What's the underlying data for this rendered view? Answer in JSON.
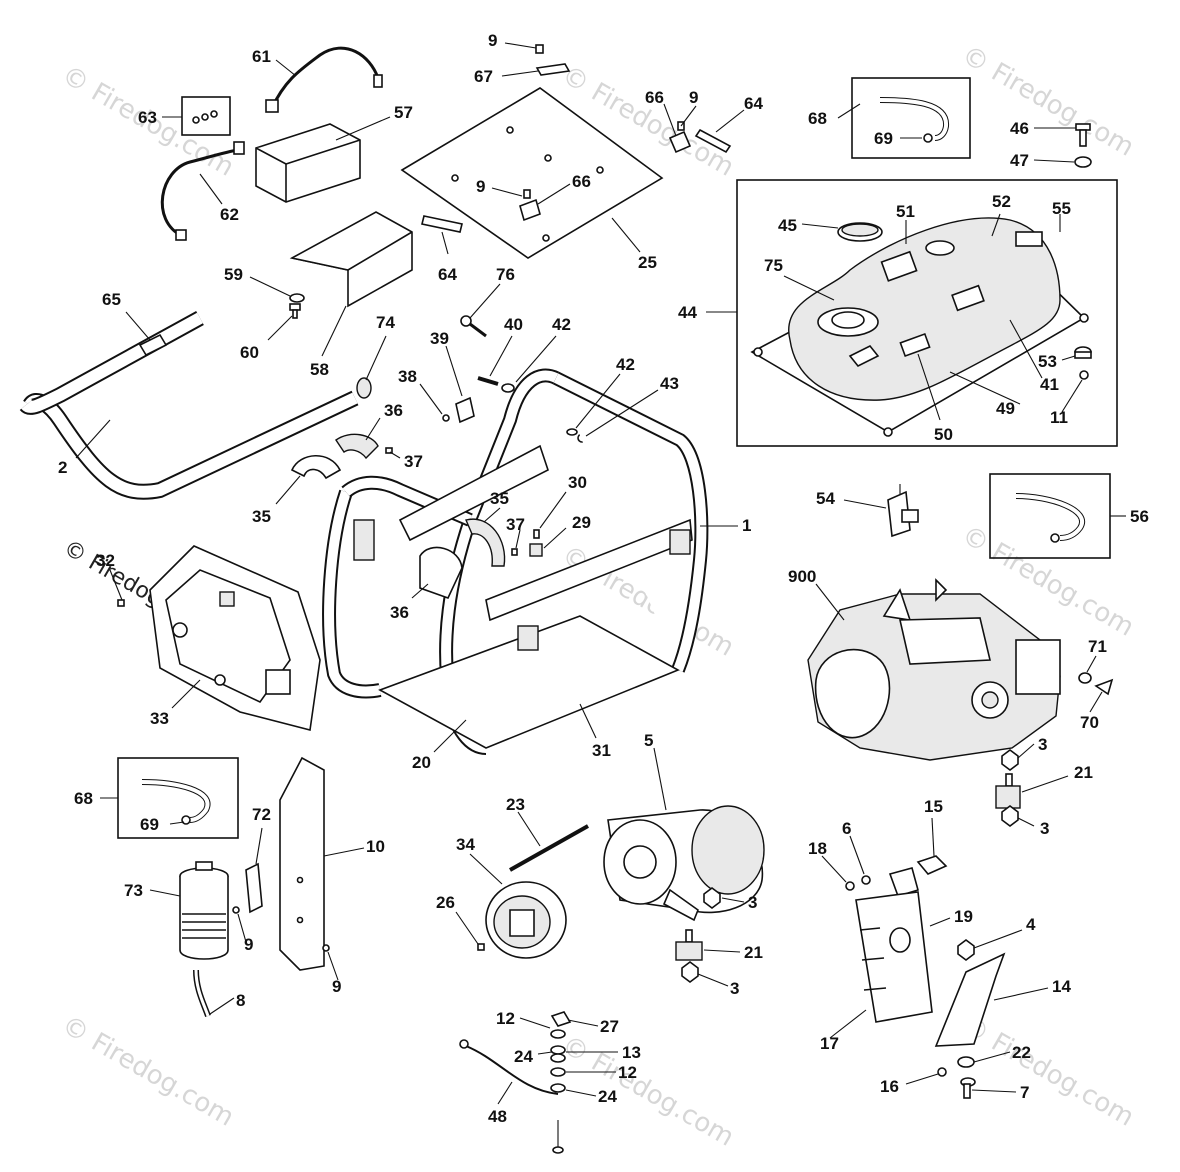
{
  "watermark": "© Firedog.com",
  "labels": [
    {
      "id": "9a",
      "text": "9"
    },
    {
      "id": "67",
      "text": "67"
    },
    {
      "id": "61",
      "text": "61"
    },
    {
      "id": "57",
      "text": "57"
    },
    {
      "id": "63",
      "text": "63"
    },
    {
      "id": "62",
      "text": "62"
    },
    {
      "id": "66a",
      "text": "66"
    },
    {
      "id": "9b",
      "text": "9"
    },
    {
      "id": "64a",
      "text": "64"
    },
    {
      "id": "9c",
      "text": "9"
    },
    {
      "id": "66b",
      "text": "66"
    },
    {
      "id": "25",
      "text": "25"
    },
    {
      "id": "64b",
      "text": "64"
    },
    {
      "id": "68a",
      "text": "68"
    },
    {
      "id": "69a",
      "text": "69"
    },
    {
      "id": "46",
      "text": "46"
    },
    {
      "id": "47",
      "text": "47"
    },
    {
      "id": "45",
      "text": "45"
    },
    {
      "id": "51",
      "text": "51"
    },
    {
      "id": "52",
      "text": "52"
    },
    {
      "id": "55",
      "text": "55"
    },
    {
      "id": "75",
      "text": "75"
    },
    {
      "id": "44",
      "text": "44"
    },
    {
      "id": "53",
      "text": "53"
    },
    {
      "id": "41",
      "text": "41"
    },
    {
      "id": "49",
      "text": "49"
    },
    {
      "id": "11",
      "text": "11"
    },
    {
      "id": "50",
      "text": "50"
    },
    {
      "id": "59",
      "text": "59"
    },
    {
      "id": "60",
      "text": "60"
    },
    {
      "id": "58",
      "text": "58"
    },
    {
      "id": "65",
      "text": "65"
    },
    {
      "id": "76",
      "text": "76"
    },
    {
      "id": "40",
      "text": "40"
    },
    {
      "id": "42a",
      "text": "42"
    },
    {
      "id": "74",
      "text": "74"
    },
    {
      "id": "39",
      "text": "39"
    },
    {
      "id": "38",
      "text": "38"
    },
    {
      "id": "36a",
      "text": "36"
    },
    {
      "id": "37a",
      "text": "37"
    },
    {
      "id": "42b",
      "text": "42"
    },
    {
      "id": "43",
      "text": "43"
    },
    {
      "id": "2",
      "text": "2"
    },
    {
      "id": "35a",
      "text": "35"
    },
    {
      "id": "35b",
      "text": "35"
    },
    {
      "id": "30",
      "text": "30"
    },
    {
      "id": "37b",
      "text": "37"
    },
    {
      "id": "29",
      "text": "29"
    },
    {
      "id": "1",
      "text": "1"
    },
    {
      "id": "54",
      "text": "54"
    },
    {
      "id": "56",
      "text": "56"
    },
    {
      "id": "32",
      "text": "32"
    },
    {
      "id": "36b",
      "text": "36"
    },
    {
      "id": "900",
      "text": "900"
    },
    {
      "id": "71",
      "text": "71"
    },
    {
      "id": "70",
      "text": "70"
    },
    {
      "id": "33",
      "text": "33"
    },
    {
      "id": "20",
      "text": "20"
    },
    {
      "id": "31",
      "text": "31"
    },
    {
      "id": "5",
      "text": "5"
    },
    {
      "id": "3a",
      "text": "3"
    },
    {
      "id": "21a",
      "text": "21"
    },
    {
      "id": "3b",
      "text": "3"
    },
    {
      "id": "68b",
      "text": "68"
    },
    {
      "id": "69b",
      "text": "69"
    },
    {
      "id": "72",
      "text": "72"
    },
    {
      "id": "10",
      "text": "10"
    },
    {
      "id": "23",
      "text": "23"
    },
    {
      "id": "34",
      "text": "34"
    },
    {
      "id": "15",
      "text": "15"
    },
    {
      "id": "6",
      "text": "6"
    },
    {
      "id": "18",
      "text": "18"
    },
    {
      "id": "73",
      "text": "73"
    },
    {
      "id": "3c",
      "text": "3"
    },
    {
      "id": "19",
      "text": "19"
    },
    {
      "id": "26",
      "text": "26"
    },
    {
      "id": "9d",
      "text": "9"
    },
    {
      "id": "21b",
      "text": "21"
    },
    {
      "id": "4",
      "text": "4"
    },
    {
      "id": "9e",
      "text": "9"
    },
    {
      "id": "3d",
      "text": "3"
    },
    {
      "id": "14",
      "text": "14"
    },
    {
      "id": "8",
      "text": "8"
    },
    {
      "id": "12a",
      "text": "12"
    },
    {
      "id": "27",
      "text": "27"
    },
    {
      "id": "17",
      "text": "17"
    },
    {
      "id": "24a",
      "text": "24"
    },
    {
      "id": "13",
      "text": "13"
    },
    {
      "id": "12b",
      "text": "12"
    },
    {
      "id": "22",
      "text": "22"
    },
    {
      "id": "16",
      "text": "16"
    },
    {
      "id": "7",
      "text": "7"
    },
    {
      "id": "24b",
      "text": "24"
    },
    {
      "id": "48",
      "text": "48"
    }
  ]
}
